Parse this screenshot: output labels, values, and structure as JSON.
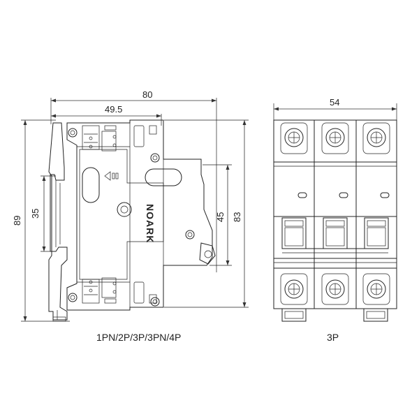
{
  "dimensions": {
    "width_total": "80",
    "width_partial": "49.5",
    "height_total": "89",
    "height_rail": "35",
    "height_inner": "45",
    "height_body": "83",
    "width_3p": "54"
  },
  "brand_text": "NOARK",
  "captions": {
    "side_view": "1PN/2P/3P/3PN/4P",
    "front_view": "3P"
  }
}
